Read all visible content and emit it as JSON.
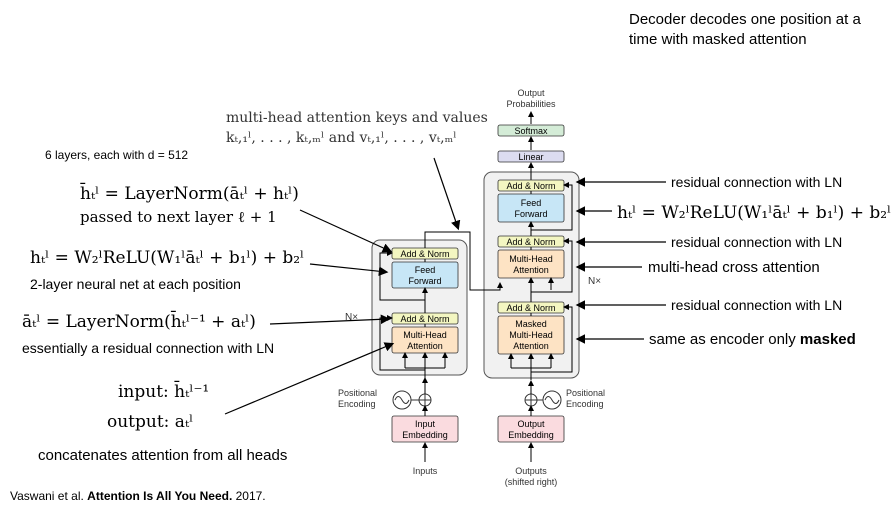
{
  "header": {
    "decoder_note_line1": "Decoder decodes one position at a",
    "decoder_note_line2": "time with masked attention"
  },
  "left": {
    "layers_note": "6 layers, each with d = 512",
    "eq_layernorm_out": "h̄ₜˡ = LayerNorm(āₜˡ + hₜˡ)",
    "eq_layernorm_out_note": "passed to next layer ℓ + 1",
    "eq_ffn": "hₜˡ = W₂ˡReLU(W₁ˡāₜˡ + b₁ˡ) + b₂ˡ",
    "ffn_note": "2-layer neural net at each position",
    "eq_attn_norm": "āₜˡ = LayerNorm(h̄ₜˡ⁻¹ + aₜˡ)",
    "attn_norm_note": "essentially a residual connection with LN",
    "input_label": "input:  h̄ₜˡ⁻¹",
    "output_label": "output:  aₜˡ",
    "concat_note": "concatenates attention from all heads"
  },
  "top_center": {
    "kv_line1": "multi-head attention keys and values",
    "kv_line2": "kₜ,₁ˡ, . . . , kₜ,ₘˡ and vₜ,₁ˡ, . . . , vₜ,ₘˡ"
  },
  "right": {
    "residual_1": "residual connection with LN",
    "eq_ffn_dec": "hₜˡ = W₂ˡReLU(W₁ˡāₜˡ + b₁ˡ) + b₂ˡ",
    "residual_2": "residual connection with LN",
    "cross_attn": "multi-head cross attention",
    "residual_3": "residual connection with LN",
    "masked_note_prefix": "same as encoder only ",
    "masked_note_bold": "masked"
  },
  "diagram": {
    "output_probabilities_1": "Output",
    "output_probabilities_2": "Probabilities",
    "softmax": "Softmax",
    "linear": "Linear",
    "add_norm": "Add & Norm",
    "feed_forward_1": "Feed",
    "feed_forward_2": "Forward",
    "multi_head_1": "Multi-Head",
    "multi_head_2": "Attention",
    "masked_1": "Masked",
    "masked_2": "Multi-Head",
    "masked_3": "Attention",
    "nx": "N×",
    "positional_1": "Positional",
    "positional_2": "Encoding",
    "input_embedding_1": "Input",
    "input_embedding_2": "Embedding",
    "output_embedding_1": "Output",
    "output_embedding_2": "Embedding",
    "inputs": "Inputs",
    "outputs_1": "Outputs",
    "outputs_2": "(shifted right)"
  },
  "citation": {
    "authors": "Vaswani et al. ",
    "title": "Attention Is All You Need.",
    "year": " 2017."
  },
  "colors": {
    "add_norm": "#f3f6c1",
    "feed_forward": "#c7e6f6",
    "attention": "#fde3c4",
    "embedding": "#fadbdf",
    "softmax": "#d4ecd7",
    "linear": "#dcdcf0",
    "block_bg": "#f1f1f1"
  }
}
